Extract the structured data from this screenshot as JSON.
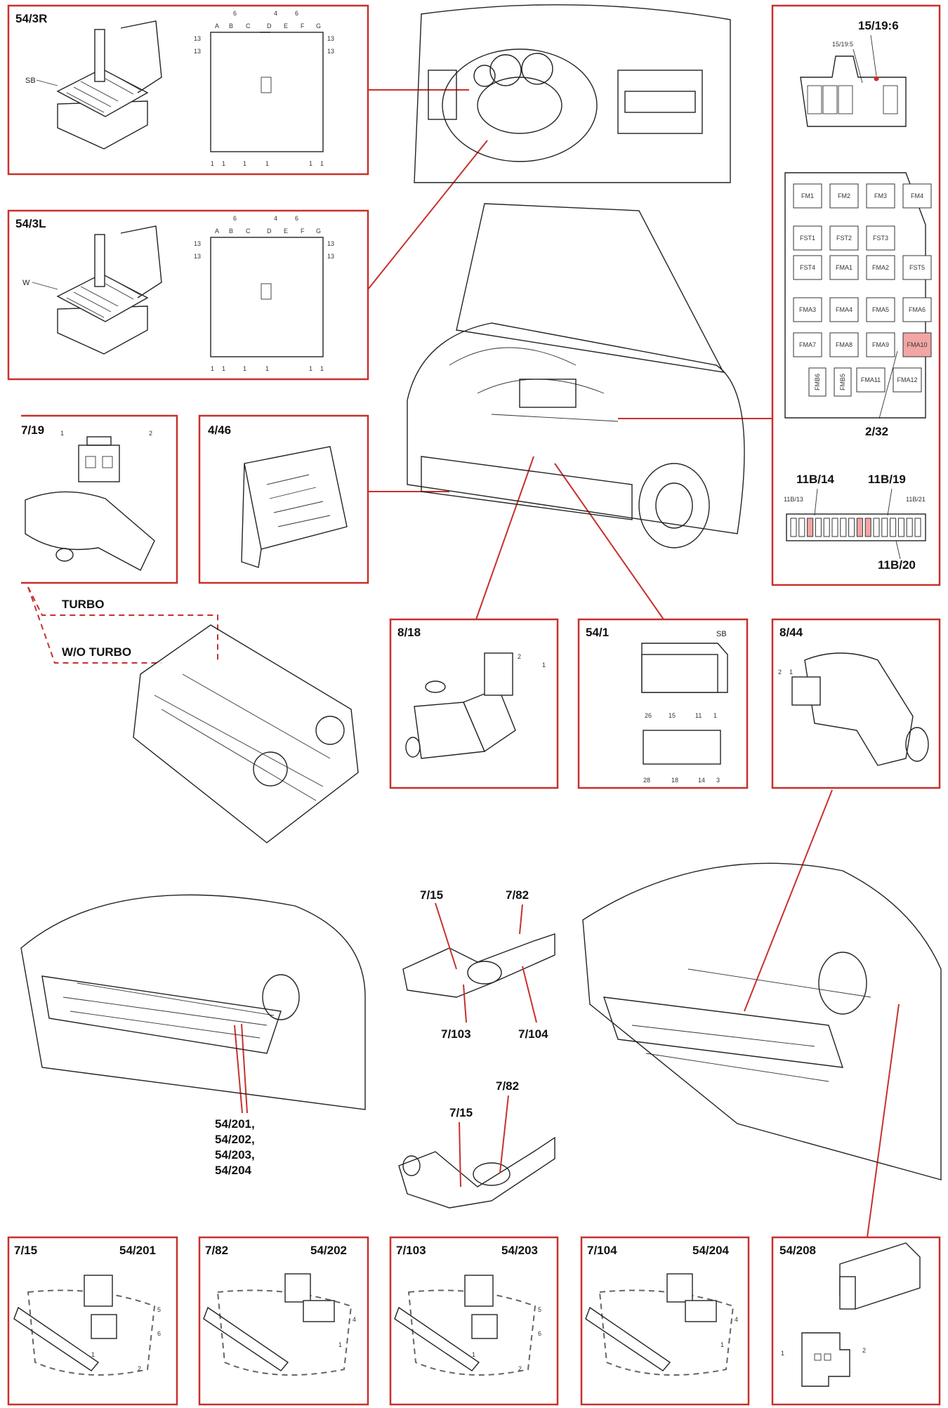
{
  "boxes": {
    "b54_3r": {
      "title": "54/3R",
      "part": "SB"
    },
    "b54_3l": {
      "title": "54/3L",
      "part": "W"
    },
    "b54_3_pins": {
      "cols": [
        "A",
        "B",
        "C",
        "D",
        "E",
        "F",
        "G"
      ],
      "top_nums": [
        "6",
        "4",
        "6"
      ],
      "side": "13",
      "bottom": "1"
    },
    "b7_19": {
      "title": "7/19",
      "pins": [
        "1",
        "2"
      ]
    },
    "b4_46": {
      "title": "4/46"
    },
    "b8_18": {
      "title": "8/18",
      "pins": [
        "2",
        "1"
      ]
    },
    "b54_1": {
      "title": "54/1",
      "part": "SB",
      "top_pins": [
        "26",
        "15",
        "11",
        "1"
      ],
      "bottom_pins": [
        "28",
        "18",
        "14",
        "3"
      ]
    },
    "b8_44": {
      "title": "8/44",
      "pins": [
        "2",
        "1"
      ]
    },
    "relay": {
      "title": "15/19:6",
      "sub": "15/19:5",
      "rows": [
        [
          "FM1",
          "FM2",
          "FM3",
          "FM4"
        ],
        [
          "FST1",
          "FST2",
          "FST3"
        ],
        [
          "FST4",
          "FMA1",
          "FMA2",
          "FST5"
        ],
        [
          "FMA3",
          "FMA4",
          "FMA5",
          "FMA6"
        ],
        [
          "FMA7",
          "FMA8",
          "FMA9",
          "FMA10"
        ],
        [
          "FMB6",
          "FMB5",
          "FMA11",
          "FMA12"
        ]
      ],
      "highlight": "FMA10",
      "callout": "2/32",
      "conn_labels": [
        "11B/14",
        "11B/19",
        "11B/13",
        "11B/21",
        "11B/20"
      ]
    },
    "b7_15": {
      "left": "7/15",
      "right": "54/201",
      "pins": [
        "5",
        "6",
        "1",
        "2"
      ]
    },
    "b7_82": {
      "left": "7/82",
      "right": "54/202",
      "pins": [
        "4",
        "1"
      ]
    },
    "b7_103": {
      "left": "7/103",
      "right": "54/203",
      "pins": [
        "5",
        "6",
        "1",
        "2"
      ]
    },
    "b7_104": {
      "left": "7/104",
      "right": "54/204",
      "pins": [
        "4",
        "1"
      ]
    },
    "b54_208": {
      "title": "54/208",
      "pins": [
        "1",
        "2"
      ]
    }
  },
  "labels": {
    "turbo": "TURBO",
    "wo_turbo": "W/O TURBO",
    "cat1": {
      "a": "7/15",
      "b": "7/82",
      "c": "7/103",
      "d": "7/104"
    },
    "cat2": {
      "a": "7/82",
      "b": "7/15"
    },
    "front_group": [
      "54/201,",
      "54/202,",
      "54/203,",
      "54/204"
    ]
  },
  "colors": {
    "frame": "#c8302c",
    "highlight": "#f2a5a5",
    "ink": "#222222"
  }
}
